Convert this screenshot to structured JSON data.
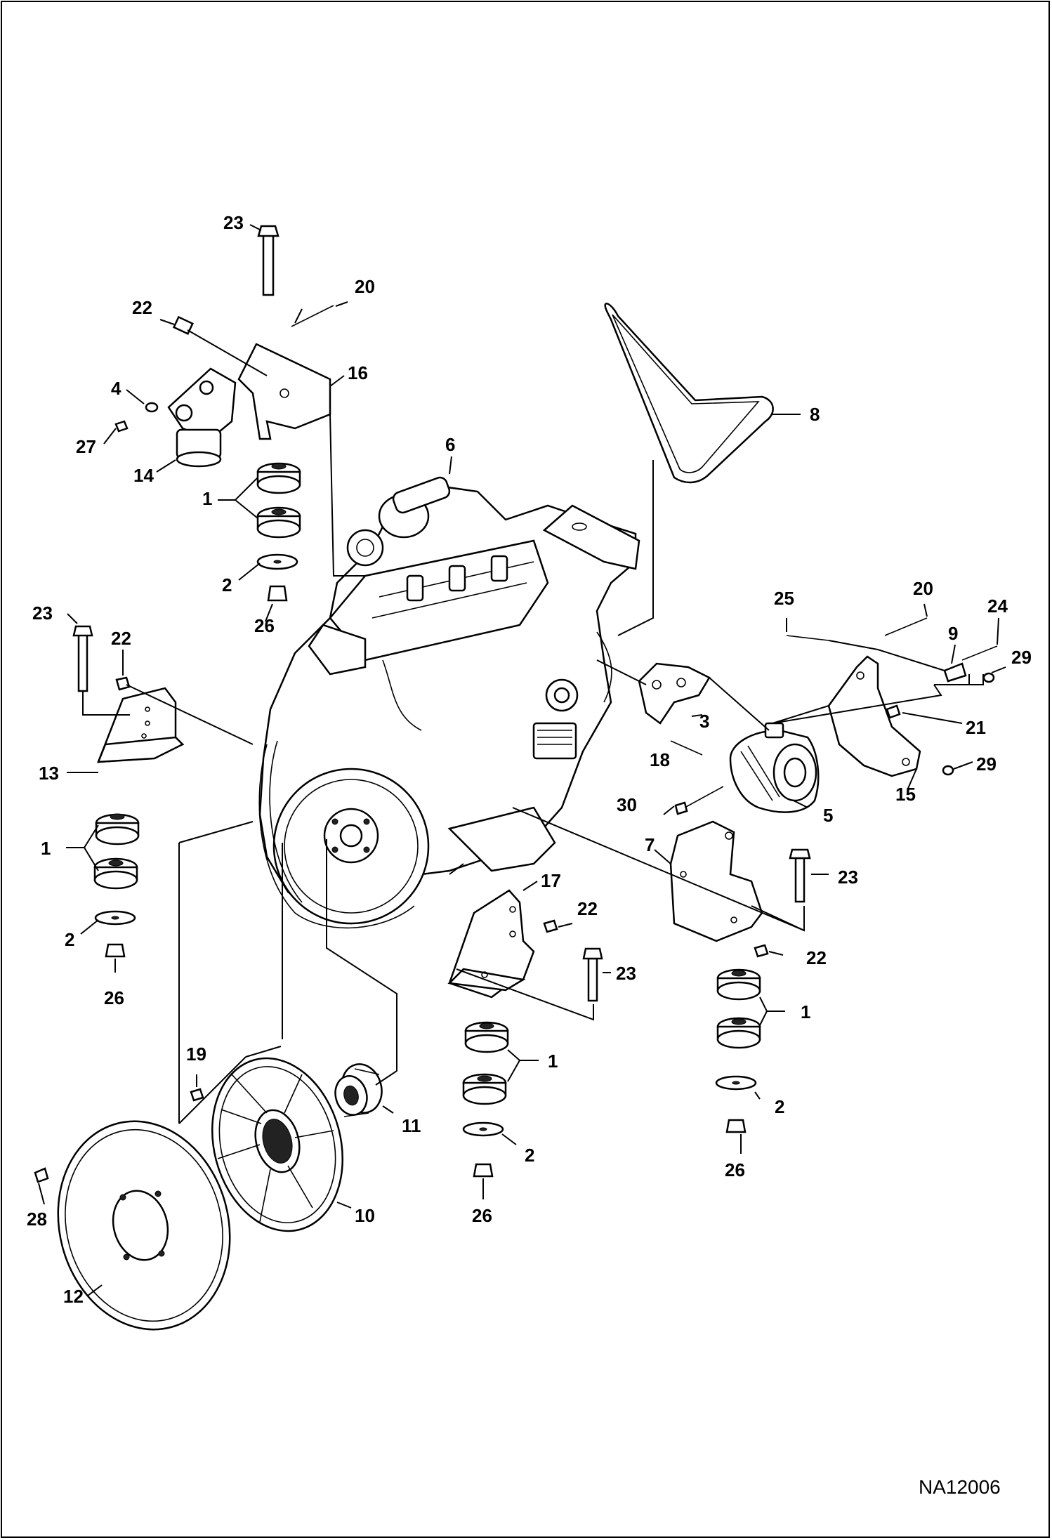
{
  "drawing_id": "NA12006",
  "callouts": [
    {
      "key": "c23a",
      "text": "23"
    },
    {
      "key": "c20a",
      "text": "20"
    },
    {
      "key": "c22a",
      "text": "22"
    },
    {
      "key": "c16",
      "text": "16"
    },
    {
      "key": "c4",
      "text": "4"
    },
    {
      "key": "c27",
      "text": "27"
    },
    {
      "key": "c14",
      "text": "14"
    },
    {
      "key": "c1a",
      "text": "1"
    },
    {
      "key": "c2a",
      "text": "2"
    },
    {
      "key": "c26a",
      "text": "26"
    },
    {
      "key": "c6",
      "text": "6"
    },
    {
      "key": "c8",
      "text": "8"
    },
    {
      "key": "c23b",
      "text": "23"
    },
    {
      "key": "c22b",
      "text": "22"
    },
    {
      "key": "c13",
      "text": "13"
    },
    {
      "key": "c1b",
      "text": "1"
    },
    {
      "key": "c2b",
      "text": "2"
    },
    {
      "key": "c26b",
      "text": "26"
    },
    {
      "key": "c25",
      "text": "25"
    },
    {
      "key": "c20b",
      "text": "20"
    },
    {
      "key": "c24",
      "text": "24"
    },
    {
      "key": "c9",
      "text": "9"
    },
    {
      "key": "c29a",
      "text": "29"
    },
    {
      "key": "c21",
      "text": "21"
    },
    {
      "key": "c29b",
      "text": "29"
    },
    {
      "key": "c15",
      "text": "15"
    },
    {
      "key": "c3",
      "text": "3"
    },
    {
      "key": "c18",
      "text": "18"
    },
    {
      "key": "c30",
      "text": "30"
    },
    {
      "key": "c5",
      "text": "5"
    },
    {
      "key": "c7",
      "text": "7"
    },
    {
      "key": "c23c",
      "text": "23"
    },
    {
      "key": "c17",
      "text": "17"
    },
    {
      "key": "c22c",
      "text": "22"
    },
    {
      "key": "c22d",
      "text": "22"
    },
    {
      "key": "c23d",
      "text": "23"
    },
    {
      "key": "c1c",
      "text": "1"
    },
    {
      "key": "c1d",
      "text": "1"
    },
    {
      "key": "c2c",
      "text": "2"
    },
    {
      "key": "c26c",
      "text": "26"
    },
    {
      "key": "c2d",
      "text": "2"
    },
    {
      "key": "c26d",
      "text": "26"
    },
    {
      "key": "c19",
      "text": "19"
    },
    {
      "key": "c11",
      "text": "11"
    },
    {
      "key": "c28",
      "text": "28"
    },
    {
      "key": "c10",
      "text": "10"
    },
    {
      "key": "c12",
      "text": "12"
    }
  ]
}
